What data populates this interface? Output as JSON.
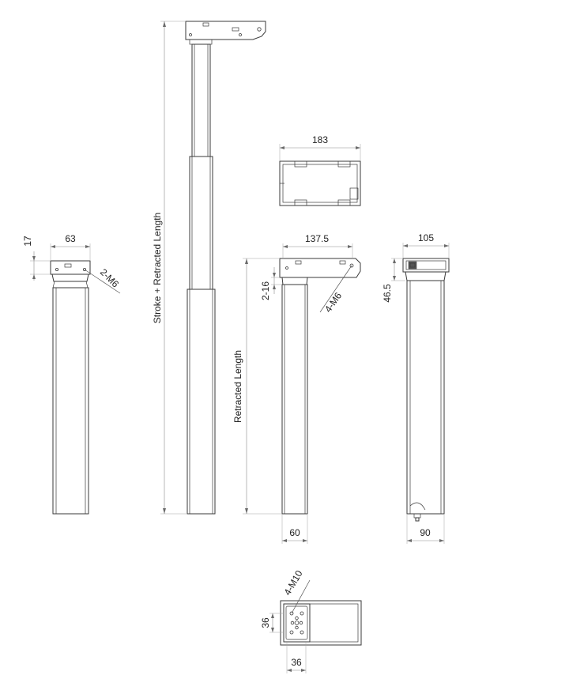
{
  "labels": {
    "dim_63": "63",
    "dim_17": "17",
    "dim_2m6": "2-M6",
    "dim_stroke": "Stroke + Retracted Length",
    "dim_183": "183",
    "dim_1375": "137.5",
    "dim_216": "2-16",
    "dim_4m6": "4-M6",
    "dim_retracted": "Retracted Length",
    "dim_60": "60",
    "dim_105": "105",
    "dim_465": "46.5",
    "dim_90": "90",
    "dim_4m10": "4-M10",
    "dim_36_v": "36",
    "dim_36_h": "36"
  }
}
